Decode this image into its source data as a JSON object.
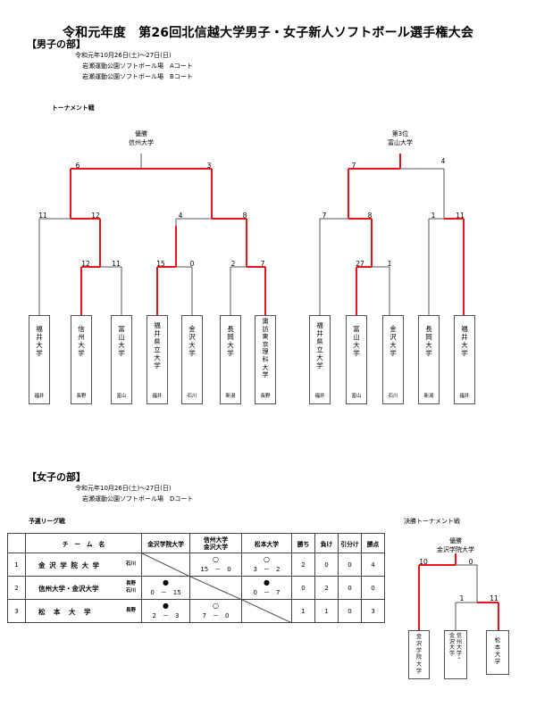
{
  "title": "令和元年度　第26回北信越大学男子・女子新人ソフトボール選手権大会",
  "men": {
    "heading": "【男子の部】",
    "date": "令和元年10月26日(土)～27日(日)",
    "venues": [
      "岩瀬運動公園ソフトボール場　Aコート",
      "岩瀬運動公園ソフトボール場　Bコート"
    ],
    "tournament_label": "トーナメント戦",
    "champion_label": "優勝",
    "champion": "信州大学",
    "third_label": "第3位",
    "third": "富山大学",
    "scores_a": [
      "6",
      "3",
      "11",
      "12",
      "4",
      "8",
      "12",
      "11",
      "15",
      "0",
      "2",
      "7"
    ],
    "scores_b": [
      "7",
      "4",
      "7",
      "8",
      "1",
      "11",
      "27",
      "1"
    ],
    "teams": [
      {
        "name": [
          "福",
          "井",
          "大",
          "学"
        ],
        "pref": "福井"
      },
      {
        "name": [
          "信",
          "州",
          "大",
          "学"
        ],
        "pref": "長野"
      },
      {
        "name": [
          "富",
          "山",
          "大",
          "学"
        ],
        "pref": "富山"
      },
      {
        "name": [
          "福",
          "井",
          "県",
          "立",
          "大",
          "学"
        ],
        "pref": "福井"
      },
      {
        "name": [
          "金",
          "沢",
          "大",
          "学"
        ],
        "pref": "石川"
      },
      {
        "name": [
          "長",
          "岡",
          "大",
          "学"
        ],
        "pref": "新潟"
      },
      {
        "name": [
          "諏",
          "訪",
          "東",
          "京",
          "理",
          "科",
          "大",
          "学"
        ],
        "pref": "長野"
      },
      {
        "name": [
          "福",
          "井",
          "県",
          "立",
          "大",
          "学"
        ],
        "pref": "福井"
      },
      {
        "name": [
          "富",
          "山",
          "大",
          "学"
        ],
        "pref": "富山"
      },
      {
        "name": [
          "金",
          "沢",
          "大",
          "学"
        ],
        "pref": "石川"
      },
      {
        "name": [
          "長",
          "岡",
          "大",
          "学"
        ],
        "pref": "新潟"
      },
      {
        "name": [
          "福",
          "井",
          "大",
          "学"
        ],
        "pref": "福井"
      }
    ]
  },
  "women": {
    "heading": "【女子の部】",
    "date": "令和元年10月26日(土)～27日(日)",
    "venue": "岩瀬運動公園ソフトボール場　Dコート",
    "league_label": "予選リーグ戦",
    "header": {
      "team": "チ　ー　ム　名",
      "col1": "金沢学院大学",
      "col2a": "信州大学",
      "col2b": "金沢大学",
      "col3": "松本大学",
      "win": "勝ち",
      "loss": "負け",
      "draw": "引分け",
      "points": "勝点"
    },
    "rows": [
      {
        "no": "1",
        "name": "金 沢 学 院 大 学",
        "pref1": "石川",
        "pref2": "",
        "r1_mark": "",
        "r1_score": "",
        "r2_mark": "○",
        "r2_score": "15　－　0",
        "r3_mark": "○",
        "r3_score": "3　－　2",
        "win": "2",
        "loss": "0",
        "draw": "0",
        "points": "4"
      },
      {
        "no": "2",
        "name": "信州大学・金沢大学",
        "pref1": "長野",
        "pref2": "石川",
        "r1_mark": "●",
        "r1_score": "0　－　15",
        "r2_mark": "",
        "r2_score": "",
        "r3_mark": "●",
        "r3_score": "0　－　7",
        "win": "0",
        "loss": "2",
        "draw": "0",
        "points": "0"
      },
      {
        "no": "3",
        "name": "松　本　大　学",
        "pref1": "長野",
        "pref2": "",
        "r1_mark": "●",
        "r1_score": "2　－　3",
        "r2_mark": "○",
        "r2_score": "7　－　0",
        "r3_mark": "",
        "r3_score": "",
        "win": "1",
        "loss": "1",
        "draw": "0",
        "points": "3"
      }
    ],
    "final_label": "決勝トーナメント戦",
    "champion_label": "優勝",
    "champion": "金沢学院大学",
    "final_scores": [
      "10",
      "0",
      "1",
      "11"
    ],
    "final_teams": [
      {
        "name": [
          "金",
          "沢",
          "学",
          "院",
          "大",
          "学"
        ]
      },
      {
        "name": [
          "信",
          "州",
          "大",
          "学",
          "・",
          "金",
          "沢",
          "大",
          "学"
        ]
      },
      {
        "name": [
          "松",
          "本",
          "大",
          "学"
        ]
      }
    ]
  },
  "colors": {
    "win_line": "#e8141c",
    "line": "#555555"
  }
}
